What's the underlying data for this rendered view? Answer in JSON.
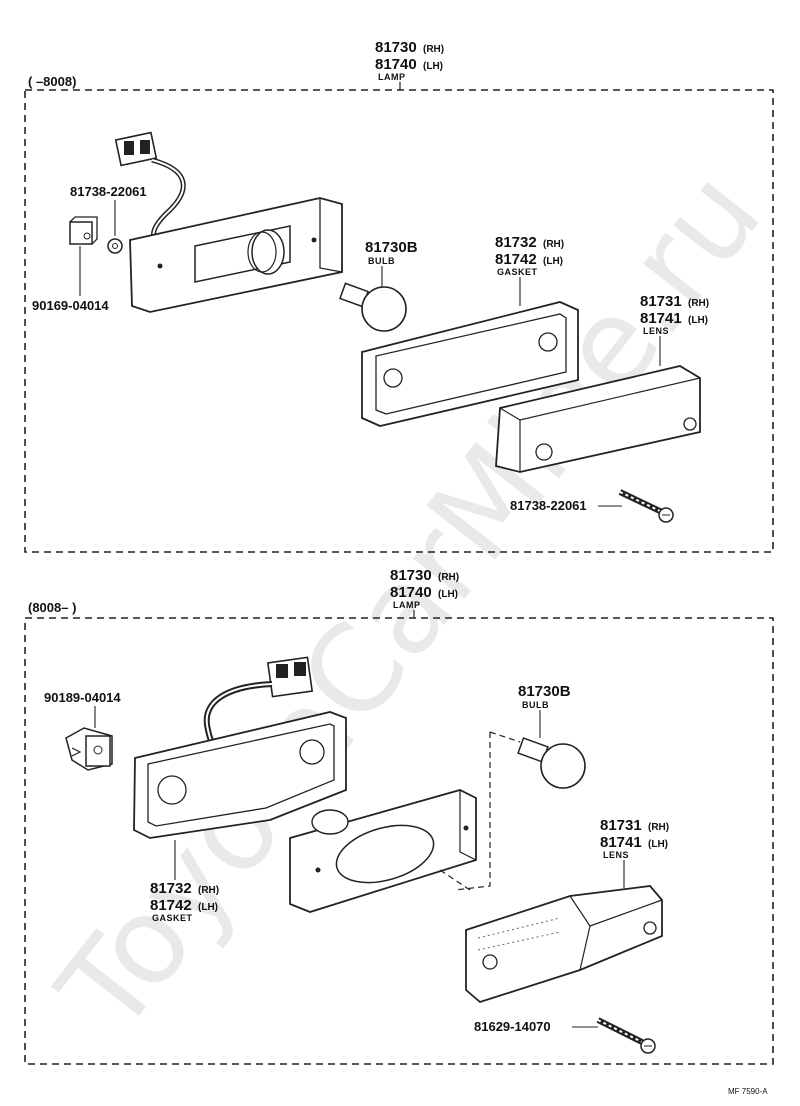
{
  "watermark": "ToyotaCarMine.ru",
  "figure_code": "MF 7590-A",
  "top_section": {
    "range": "(       –8008)",
    "lamp": {
      "rh": "81730",
      "lh": "81740",
      "rh_suffix": "(RH)",
      "lh_suffix": "(LH)",
      "name": "LAMP"
    },
    "screw_top": "81738-22061",
    "clip": "90169-04014",
    "bulb": {
      "part": "81730B",
      "name": "BULB"
    },
    "gasket": {
      "rh": "81732",
      "lh": "81742",
      "rh_suffix": "(RH)",
      "lh_suffix": "(LH)",
      "name": "GASKET"
    },
    "lens": {
      "rh": "81731",
      "lh": "81741",
      "rh_suffix": "(RH)",
      "lh_suffix": "(LH)",
      "name": "LENS"
    },
    "screw_bottom": "81738-22061"
  },
  "bottom_section": {
    "range": "(8008–         )",
    "lamp": {
      "rh": "81730",
      "lh": "81740",
      "rh_suffix": "(RH)",
      "lh_suffix": "(LH)",
      "name": "LAMP"
    },
    "clip": "90189-04014",
    "bulb": {
      "part": "81730B",
      "name": "BULB"
    },
    "gasket": {
      "rh": "81732",
      "lh": "81742",
      "rh_suffix": "(RH)",
      "lh_suffix": "(LH)",
      "name": "GASKET"
    },
    "lens": {
      "rh": "81731",
      "lh": "81741",
      "rh_suffix": "(RH)",
      "lh_suffix": "(LH)",
      "name": "LENS"
    },
    "screw": "81629-14070"
  }
}
